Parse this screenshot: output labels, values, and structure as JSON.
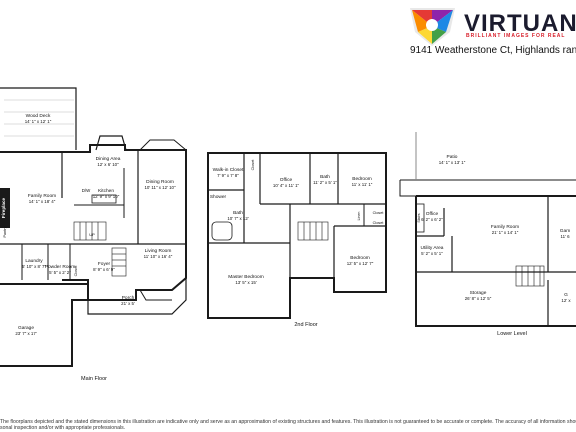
{
  "branding": {
    "company": "VIRTUANC",
    "tagline": "BRILLIANT IMAGES FOR REAL",
    "address": "9141 Weatherstone Ct, Highlands ran",
    "logo_icon": "multicolor-shield-logo"
  },
  "floors": {
    "main": {
      "label": "Main Floor",
      "rooms": [
        {
          "id": "wood-deck",
          "name": "Wood Deck",
          "dims": "14' 1\" x 12' 1\""
        },
        {
          "id": "dining-area",
          "name": "Dining Area",
          "dims": "12' x 6' 10\""
        },
        {
          "id": "family-room",
          "name": "Family Room",
          "dims": "14' 1\" x 18' 4\""
        },
        {
          "id": "kitchen",
          "name": "Kitchen",
          "dims": "12' 9\" x 9' 10\""
        },
        {
          "id": "dining-room",
          "name": "Dining Room",
          "dims": "10' 11\" x 12' 10\""
        },
        {
          "id": "living-room",
          "name": "Living Room",
          "dims": "11' 10\" x 16' 4\""
        },
        {
          "id": "foyer",
          "name": "Foyer",
          "dims": "8' 9\" x 6' 9\""
        },
        {
          "id": "laundry",
          "name": "Laundry",
          "dims": "5' 10\" x 8' 7\""
        },
        {
          "id": "powder-room",
          "name": "Powder Room",
          "dims": "5' 5\" x 2' 2\""
        },
        {
          "id": "porch",
          "name": "Porch",
          "dims": "21' x 5'"
        },
        {
          "id": "garage",
          "name": "Garage",
          "dims": "23' 7\" x 17'"
        }
      ],
      "tags": {
        "fireplace": "Fireplace",
        "closet": "Closet",
        "dw": "D/W",
        "pantry": "Pantry",
        "up": "UP"
      }
    },
    "second": {
      "label": "2nd Floor",
      "rooms": [
        {
          "id": "walk-in-closet",
          "name": "Walk-in Closet",
          "dims": "7' 9\" x 7' 8\""
        },
        {
          "id": "office-2",
          "name": "Office",
          "dims": "10' 4\" x 11' 1\""
        },
        {
          "id": "bath-2a",
          "name": "Bath",
          "dims": "11' 2\" x 5' 1\""
        },
        {
          "id": "bedroom-2a",
          "name": "Bedroom",
          "dims": "11' x 11' 1\""
        },
        {
          "id": "shower",
          "name": "Shower",
          "dims": ""
        },
        {
          "id": "bath-2b",
          "name": "Bath",
          "dims": "10' 7\" x 12'"
        },
        {
          "id": "master-bedroom",
          "name": "Master Bedroom",
          "dims": "13' 5\" x 15'"
        },
        {
          "id": "bedroom-2b",
          "name": "Bedroom",
          "dims": "12' 5\" x 12' 7\""
        }
      ],
      "tags": {
        "closet": "Closet",
        "linen": "Linen"
      }
    },
    "lower": {
      "label": "Lower Level",
      "rooms": [
        {
          "id": "patio",
          "name": "Patio",
          "dims": "14' 1\" x 13' 1\""
        },
        {
          "id": "office-l",
          "name": "Office",
          "dims": "6' 2\" x 6' 2\""
        },
        {
          "id": "family-room-l",
          "name": "Family Room",
          "dims": "21' 1\" x 14' 1\""
        },
        {
          "id": "game",
          "name": "Gam",
          "dims": "11' 6"
        },
        {
          "id": "utility-area",
          "name": "Utility Area",
          "dims": "5' 2\" x 5' 1\""
        },
        {
          "id": "storage",
          "name": "Storage",
          "dims": "26' 8\" x 12' 5\""
        },
        {
          "id": "g-room",
          "name": "G",
          "dims": "12' x"
        }
      ],
      "tags": {
        "stairs": "Stairs"
      }
    }
  },
  "disclaimer": {
    "line1": "The floorplans depicted and the stated dimensions in this illustration are indicative only and serve as an approximation of existing structures and features. This illustration is not guaranteed to be accurate or complete. The accuracy of all information should be",
    "line2": "sonal inspection and/or with appropriate professionals."
  },
  "colors": {
    "wall": "#1a1a1a",
    "accent": "#d81e2a"
  }
}
